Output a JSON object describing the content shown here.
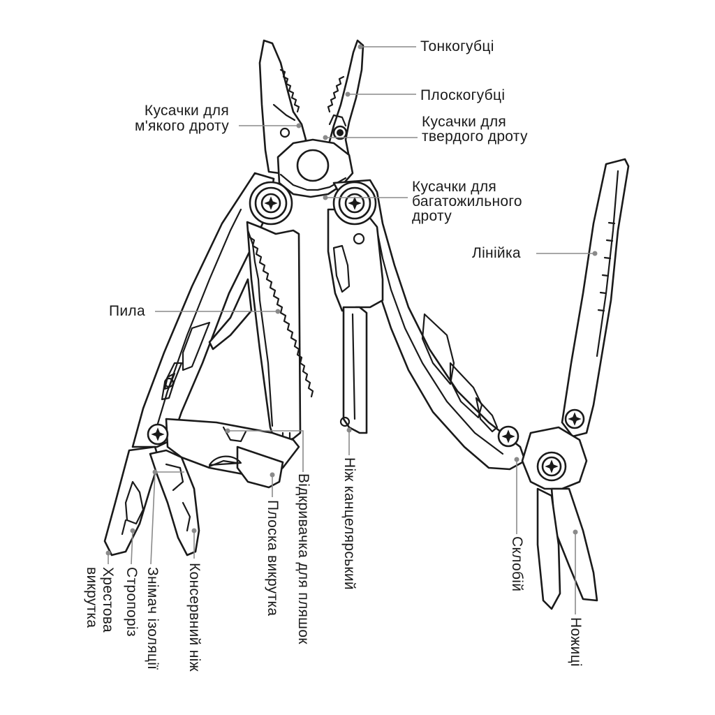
{
  "labels": {
    "tonkogubtsi": "Тонкогубці",
    "ploskogubtsi": "Плоскогубці",
    "soft_wire_1": "Кусачки для",
    "soft_wire_2": "м'якого дроту",
    "hard_wire_1": "Кусачки для",
    "hard_wire_2": "твердого дроту",
    "strand_wire_1": "Кусачки для",
    "strand_wire_2": "багатожильного",
    "strand_wire_3": "дроту",
    "ruler": "Лінійка",
    "saw": "Пила",
    "bottle_opener": "Відкривачка для пляшок",
    "utility_knife": "Ніж канцелярський",
    "flat_screwdriver": "Плоска викрутка",
    "can_opener": "Консервний ніж",
    "wire_stripper": "Знімач ізоляції",
    "sling_cutter": "Стропоріз",
    "phillips_1": "Хрестова",
    "phillips_2": "викрутка",
    "glass_breaker": "Склобій",
    "scissors": "Ножиці"
  },
  "icons": [
    "torx-screw-icon"
  ],
  "colors": {
    "line": "#1a1a1a",
    "leader": "#8a8a8a",
    "background": "#ffffff"
  }
}
